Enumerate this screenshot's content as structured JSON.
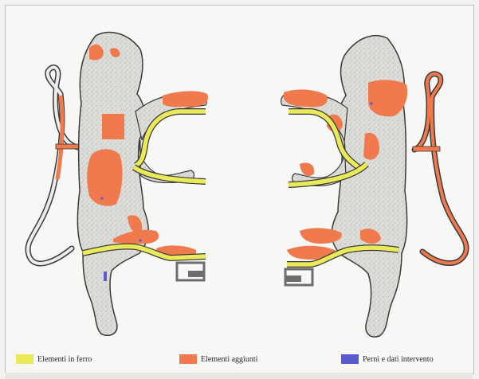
{
  "legend": {
    "items": [
      {
        "label": "Elementi in ferro",
        "color": "#eaea58"
      },
      {
        "label": "Elementi aggiunti",
        "color": "#f07a4e"
      },
      {
        "label": "Perni e dati intervento",
        "color": "#5a5ad0"
      }
    ]
  },
  "colors": {
    "body_fill": "#d9d9d6",
    "outline": "#3a3a3a",
    "iron": "#eaea58",
    "added": "#f07a4e",
    "pins": "#5a5ad0",
    "dark_grey": "#6d6d6d"
  }
}
